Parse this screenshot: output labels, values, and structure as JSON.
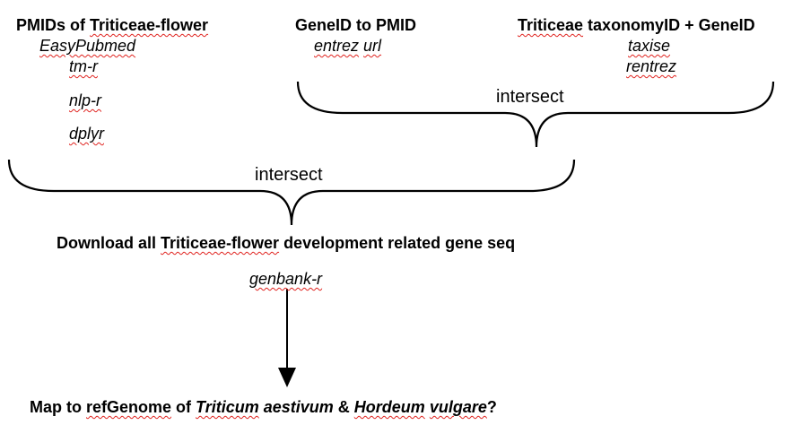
{
  "col1": {
    "title_a": "PMIDs of ",
    "title_b": "Triticeae-flower",
    "tools": [
      "EasyPubmed",
      "tm-r",
      "nlp-r",
      "dplyr"
    ]
  },
  "col2": {
    "title": "GeneID to PMID",
    "tool_a": "entrez",
    "tool_b": "url"
  },
  "col3": {
    "title_a": "Triticeae",
    "title_b": " taxonomyID + GeneID",
    "tools": [
      "taxise",
      "rentrez"
    ]
  },
  "intersect_upper": "intersect",
  "intersect_lower": "intersect",
  "download": {
    "a": "Download all ",
    "b": "Triticeae-flower",
    "c": " development related gene seq"
  },
  "download_tool": "genbank-r",
  "final": {
    "a": "Map to ",
    "b": "refGenome",
    "c": " of ",
    "d": "Triticum",
    "e": " ",
    "f": "aestivum",
    "g": " & ",
    "h": "Hordeum",
    "i": " ",
    "j": "vulgare",
    "k": "?"
  }
}
